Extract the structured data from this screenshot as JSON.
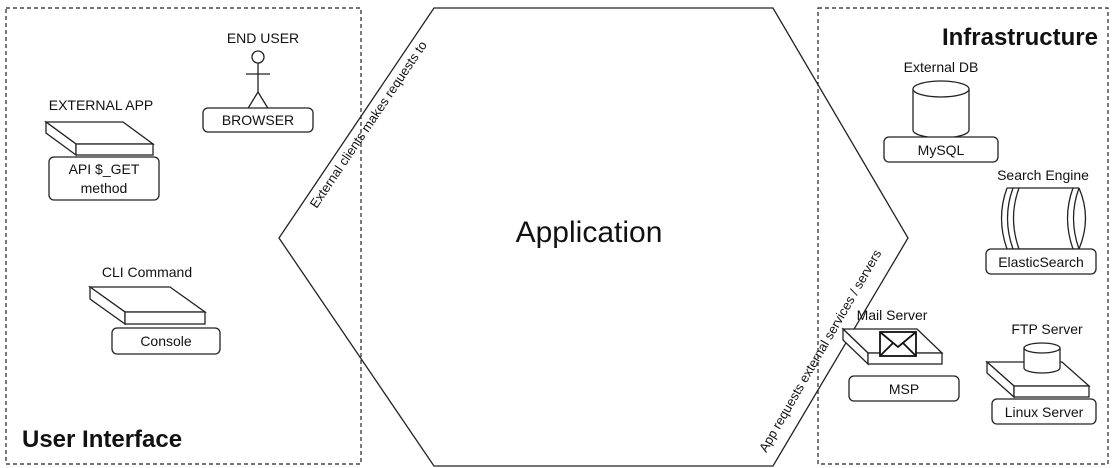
{
  "left_panel": {
    "title": "User Interface",
    "end_user": {
      "label": "END USER",
      "box": "BROWSER"
    },
    "external_app": {
      "label": "EXTERNAL APP",
      "box_line1": "API $_GET",
      "box_line2": "method"
    },
    "cli": {
      "label": "CLI Command",
      "box": "Console"
    }
  },
  "center": {
    "title": "Application",
    "left_edge_text": "External clients makes requests to",
    "right_edge_text": "App requests external services  / servers"
  },
  "right_panel": {
    "title": "Infrastructure",
    "external_db": {
      "label": "External DB",
      "box": "MySQL"
    },
    "search_engine": {
      "label": "Search Engine",
      "box": "ElasticSearch"
    },
    "mail_server": {
      "label": "Mail Server",
      "box": "MSP"
    },
    "ftp_server": {
      "label": "FTP Server",
      "box": "Linux Server"
    }
  }
}
